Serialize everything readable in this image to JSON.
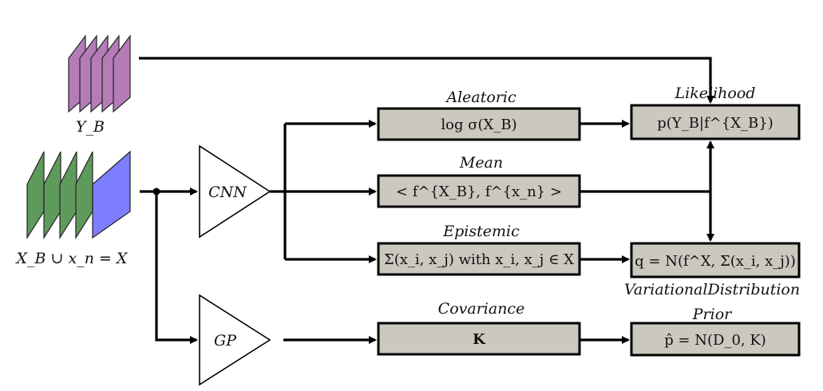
{
  "inputs": {
    "yb_label": "Y_B",
    "x_label": "X_B ∪ x_n = X"
  },
  "networks": {
    "cnn_label": "CNN",
    "gp_label": "GP"
  },
  "boxes": {
    "aleatoric": {
      "title": "Aleatoric",
      "content": "log σ(X_B)"
    },
    "mean": {
      "title": "Mean",
      "content": "< f^{X_B}, f^{x_n} >"
    },
    "epistemic": {
      "title": "Epistemic",
      "content": "Σ(x_i, x_j) with x_i, x_j ∈ X"
    },
    "covariance": {
      "title": "Covariance",
      "content": "K"
    },
    "likelihood": {
      "title": "Likelihood",
      "content": "p(Y_B|f^{X_B})"
    },
    "variational": {
      "title": "VariationalDistribution",
      "content": "q = N(f^X, Σ(x_i, x_j))"
    },
    "prior": {
      "title": "Prior",
      "content": "p̂ = N(D_0, K)"
    }
  },
  "colors": {
    "yb_stack": "#b57cb8",
    "x_stack": "#5f9a5d",
    "x_front": "#7d7dff",
    "box_fill": "#cbc8c0"
  }
}
